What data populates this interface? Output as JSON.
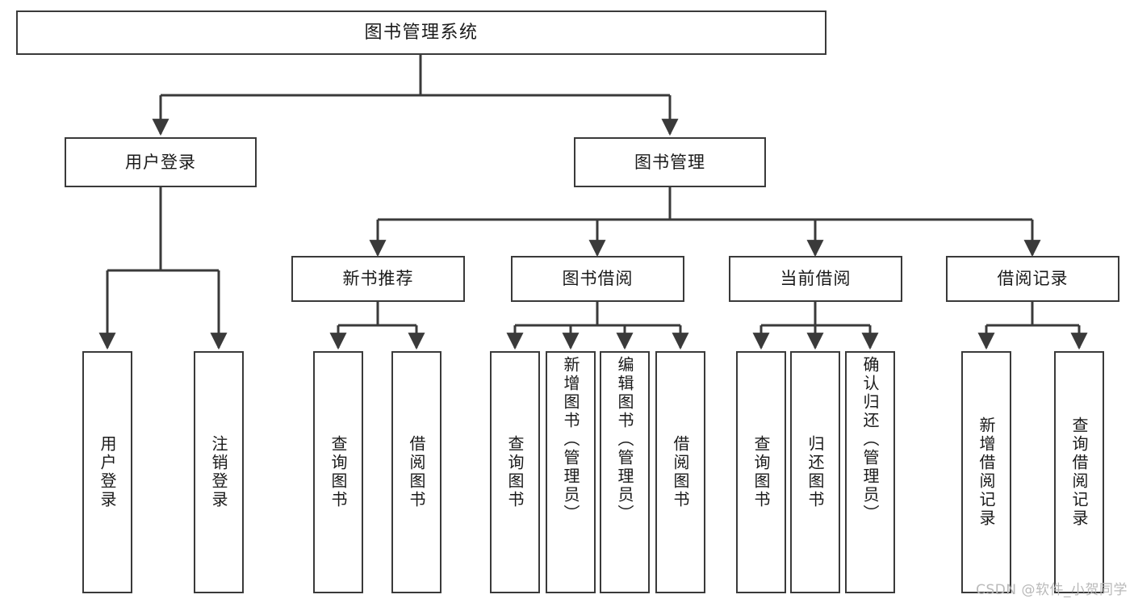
{
  "diagram": {
    "title": "图书管理系统",
    "type": "tree",
    "root": {
      "label": "图书管理系统"
    },
    "level2": [
      {
        "id": "user-login",
        "label": "用户登录"
      },
      {
        "id": "book-manage",
        "label": "图书管理"
      }
    ],
    "level3": [
      {
        "id": "new-book-recommend",
        "label": "新书推荐"
      },
      {
        "id": "book-borrow",
        "label": "图书借阅"
      },
      {
        "id": "current-borrow",
        "label": "当前借阅"
      },
      {
        "id": "borrow-record",
        "label": "借阅记录"
      }
    ],
    "leaves": {
      "user_login": [
        {
          "id": "leaf-user-login",
          "label": "用户登录"
        },
        {
          "id": "leaf-logout",
          "label": "注销登录"
        }
      ],
      "new_book_recommend": [
        {
          "id": "leaf-query-book-1",
          "label": "查询图书"
        },
        {
          "id": "leaf-borrow-book-1",
          "label": "借阅图书"
        }
      ],
      "book_borrow": [
        {
          "id": "leaf-query-book-2",
          "label": "查询图书"
        },
        {
          "id": "leaf-add-book",
          "label": "新增图书（管理员）"
        },
        {
          "id": "leaf-edit-book",
          "label": "编辑图书（管理员）"
        },
        {
          "id": "leaf-borrow-book-2",
          "label": "借阅图书"
        }
      ],
      "current_borrow": [
        {
          "id": "leaf-query-book-3",
          "label": "查询图书"
        },
        {
          "id": "leaf-return-book",
          "label": "归还图书"
        },
        {
          "id": "leaf-confirm-return",
          "label": "确认归还（管理员）"
        }
      ],
      "borrow_record": [
        {
          "id": "leaf-add-record",
          "label": "新增借阅记录"
        },
        {
          "id": "leaf-query-record",
          "label": "查询借阅记录"
        }
      ]
    }
  },
  "watermark": {
    "text": "CSDN @软件_小贺同学"
  },
  "colors": {
    "stroke": "#3a3a3a",
    "text": "#1a1a1a",
    "background": "#ffffff",
    "watermark": "#b9b9b9"
  }
}
